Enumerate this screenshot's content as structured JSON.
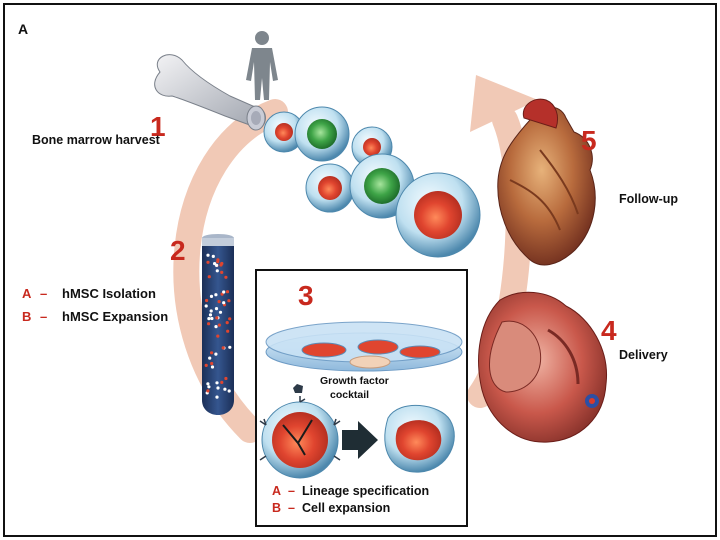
{
  "panel_label": "A",
  "steps": {
    "s1": {
      "number": "1",
      "label": "Bone marrow harvest"
    },
    "s2": {
      "number": "2",
      "items": [
        {
          "letter": "A",
          "text": "hMSC Isolation"
        },
        {
          "letter": "B",
          "text": "hMSC Expansion"
        }
      ]
    },
    "s3": {
      "number": "3",
      "annotation_line1": "Growth factor",
      "annotation_line2": "cocktail",
      "items": [
        {
          "letter": "A",
          "text": "Lineage specification"
        },
        {
          "letter": "B",
          "text": "Cell expansion"
        }
      ]
    },
    "s4": {
      "number": "4",
      "label": "Delivery"
    },
    "s5": {
      "number": "5",
      "label": "Follow-up"
    }
  },
  "separator": "–",
  "colors": {
    "accent_red": "#c8291e",
    "cycle_arrow": "#f1c9b6",
    "cell_red": "#e0452f",
    "cell_green": "#3ea447",
    "cell_membrane": "#6fa7c9",
    "tube_blue": "#24406e",
    "heart_red": "#b5302a"
  }
}
